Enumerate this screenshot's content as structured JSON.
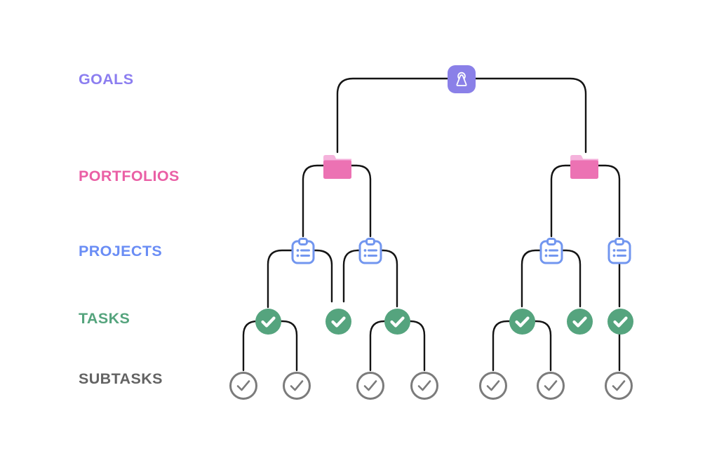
{
  "diagram": {
    "type": "hierarchy-tree",
    "rows": [
      {
        "id": "goals",
        "label": "GOALS",
        "icon": "person-badge-icon",
        "count": 1
      },
      {
        "id": "portfolios",
        "label": "PORTFOLIOS",
        "icon": "folder-icon",
        "count": 2
      },
      {
        "id": "projects",
        "label": "PROJECTS",
        "icon": "clipboard-list-icon",
        "count": 4
      },
      {
        "id": "tasks",
        "label": "TASKS",
        "icon": "check-circle-filled-icon",
        "count": 6
      },
      {
        "id": "subtasks",
        "label": "SUBTASKS",
        "icon": "check-circle-outline-icon",
        "count": 7
      }
    ],
    "nodes": [
      "goal-1",
      "portfolio-1",
      "portfolio-2",
      "project-1",
      "project-2",
      "project-3",
      "project-4",
      "task-1",
      "task-2",
      "task-3",
      "task-4",
      "task-5",
      "task-6",
      "subtask-1",
      "subtask-2",
      "subtask-3",
      "subtask-4",
      "subtask-5",
      "subtask-6",
      "subtask-7"
    ],
    "edges": [
      {
        "from": "goal-1",
        "to": "portfolio-1"
      },
      {
        "from": "goal-1",
        "to": "portfolio-2"
      },
      {
        "from": "portfolio-1",
        "to": "project-1"
      },
      {
        "from": "portfolio-1",
        "to": "project-2"
      },
      {
        "from": "portfolio-2",
        "to": "project-3"
      },
      {
        "from": "portfolio-2",
        "to": "project-4"
      },
      {
        "from": "project-1",
        "to": "task-1"
      },
      {
        "from": "project-1",
        "to": "task-2"
      },
      {
        "from": "project-2",
        "to": "task-2"
      },
      {
        "from": "project-2",
        "to": "task-3"
      },
      {
        "from": "project-3",
        "to": "task-4"
      },
      {
        "from": "project-3",
        "to": "task-5"
      },
      {
        "from": "project-4",
        "to": "task-6"
      },
      {
        "from": "task-1",
        "to": "subtask-1"
      },
      {
        "from": "task-1",
        "to": "subtask-2"
      },
      {
        "from": "task-3",
        "to": "subtask-3"
      },
      {
        "from": "task-3",
        "to": "subtask-4"
      },
      {
        "from": "task-4",
        "to": "subtask-5"
      },
      {
        "from": "task-4",
        "to": "subtask-6"
      },
      {
        "from": "task-6",
        "to": "subtask-7"
      }
    ]
  },
  "colors": {
    "label_goals": "#8c7ef0",
    "label_portfolios": "#ea5fa5",
    "label_projects": "#6a8df5",
    "label_tasks": "#55a47d",
    "label_subtasks": "#636363",
    "goal_bg": "#8a80e8",
    "folder_front": "#ec72b3",
    "folder_back": "#f5b3dc",
    "project_stroke": "#7296ef",
    "task_bg": "#55a47e",
    "task_check": "#ffffff",
    "subtask_border": "#7b7b7b",
    "subtask_check": "#7b7b7b",
    "line": "#141414"
  }
}
